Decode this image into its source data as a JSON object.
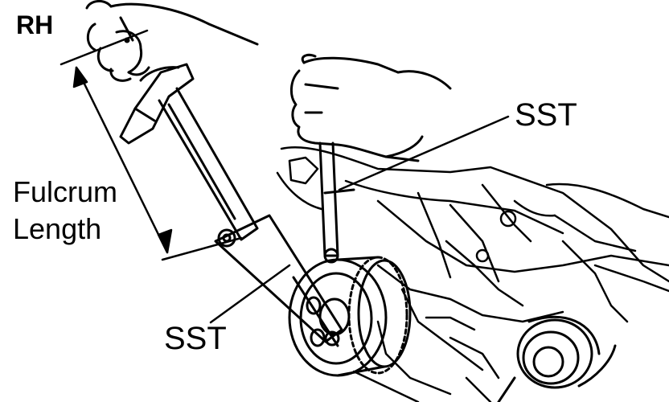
{
  "labels": {
    "side": "RH",
    "fulcrum_line1": "Fulcrum",
    "fulcrum_line2": "Length",
    "sst_top": "SST",
    "sst_bottom": "SST"
  },
  "colors": {
    "ink": "#000000",
    "background": "#ffffff"
  }
}
